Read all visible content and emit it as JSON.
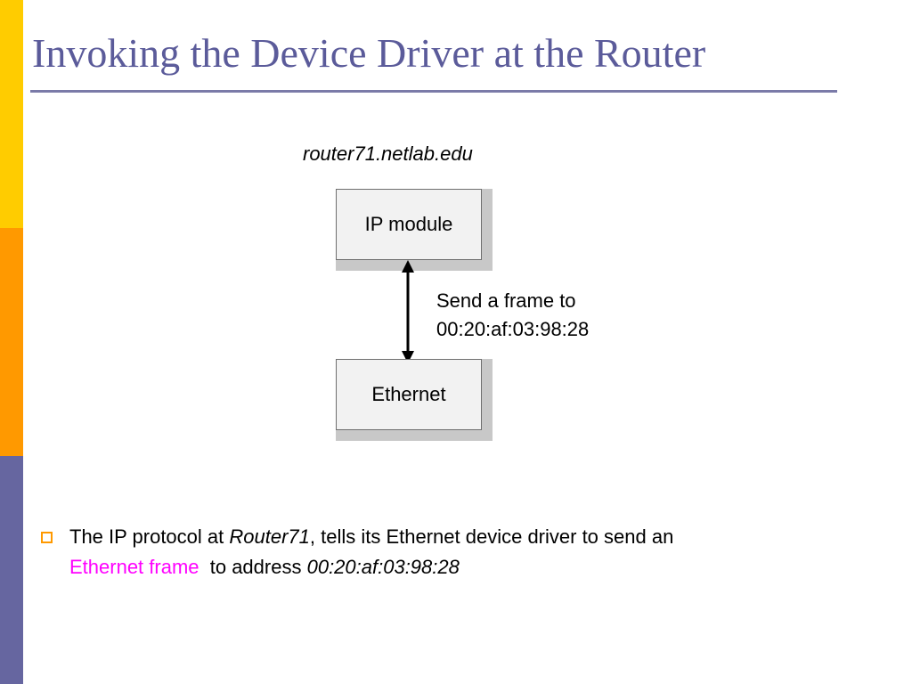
{
  "colors": {
    "title": "#5b5b9a",
    "rule": "#7a7aa8",
    "side_yellow": "#ffcc00",
    "side_orange": "#ff9900",
    "side_purple": "#6666a0",
    "bullet_icon": "#ff9900",
    "highlight": "#ff00ff",
    "box_shade": "#c8c8c8"
  },
  "slide": {
    "title": "Invoking the Device Driver at the Router"
  },
  "diagram": {
    "host_label": "router71.netlab.edu",
    "top_box_label": "IP module",
    "bottom_box_label": "Ethernet",
    "arrow_label_line1": "Send a frame to",
    "arrow_label_line2": "00:20:af:03:98:28"
  },
  "bullet": {
    "part1": "The IP protocol at ",
    "part2": "Router71",
    "part3": ", tells its Ethernet device driver to send an ",
    "part4": "Ethernet frame",
    "part5": "  to address ",
    "part6": "00:20:af:03:98:28"
  }
}
